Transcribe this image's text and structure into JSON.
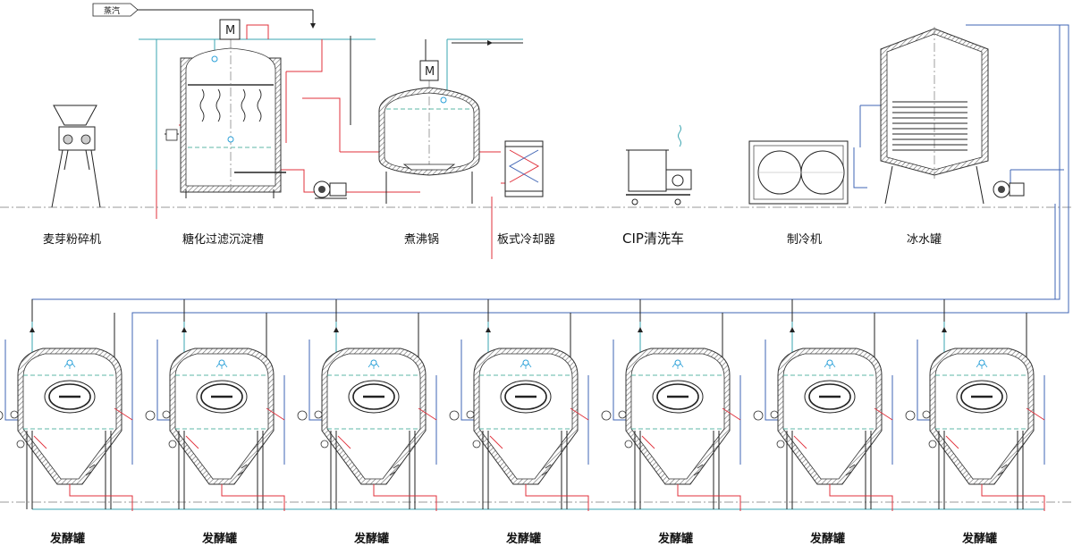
{
  "steam_label": "蒸汽",
  "equipment": {
    "mill": "麦芽粉碎机",
    "mash_lauter": "糖化过滤沉淀槽",
    "kettle": "煮沸锅",
    "plate_cooler": "板式冷却器",
    "cip": "CIP清洗车",
    "chiller": "制冷机",
    "ice_tank": "冰水罐"
  },
  "motor_label": "M",
  "fermenters": [
    {
      "label": "发酵罐"
    },
    {
      "label": "发酵罐"
    },
    {
      "label": "发酵罐"
    },
    {
      "label": "发酵罐"
    },
    {
      "label": "发酵罐"
    },
    {
      "label": "发酵罐"
    },
    {
      "label": "发酵罐"
    }
  ],
  "colors": {
    "water_line": "#3aa4b0",
    "hot_line": "#e0303b",
    "glycol_line": "#3f64b4",
    "outline": "#222222"
  }
}
